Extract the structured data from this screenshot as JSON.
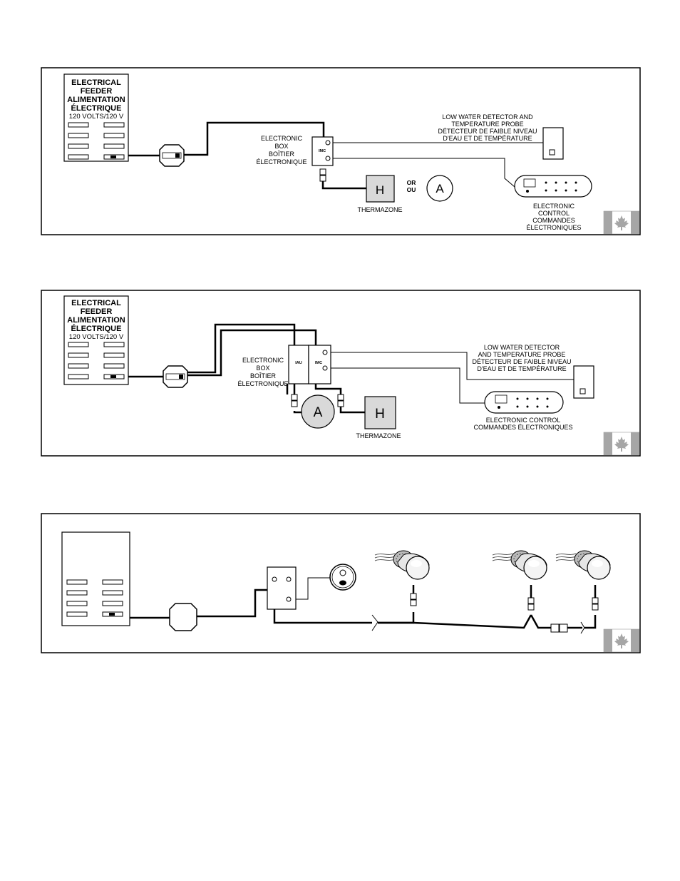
{
  "diagram1": {
    "feeder_title": [
      "ELECTRICAL",
      "FEEDER",
      "ALIMENTATION",
      "ÉLECTRIQUE"
    ],
    "feeder_volts": "120 VOLTS/120 V",
    "box_label": [
      "ELECTRONIC",
      "BOX",
      "BOÎTIER",
      "ÉLECTRONIQUE"
    ],
    "imc": "IMC",
    "detector_label": [
      "LOW WATER DETECTOR AND",
      "TEMPERATURE PROBE",
      "DÉTECTEUR DE FAIBLE NIVEAU",
      "D'EAU ET DE TEMPÉRATURE"
    ],
    "h": "H",
    "or": "OR",
    "ou": "OU",
    "a": "A",
    "thermazone": "THERMAZONE",
    "control_label": [
      "ELECTRONIC",
      "CONTROL",
      "COMMANDES",
      "ÉLECTRONIQUES"
    ]
  },
  "diagram2": {
    "feeder_title": [
      "ELECTRICAL",
      "FEEDER",
      "ALIMENTATION",
      "ÉLECTRIQUE"
    ],
    "feeder_volts": "120 VOLTS/120 V",
    "iau": "IAU",
    "imc": "IMC",
    "box_label": [
      "ELECTRONIC",
      "BOX",
      "BOÎTIER",
      "ÉLECTRONIQUE"
    ],
    "detector_label": [
      "LOW WATER DETECTOR",
      "AND TEMPERATURE PROBE",
      "DÉTECTEUR DE FAIBLE NIVEAU",
      "D'EAU ET DE TEMPÉRATURE"
    ],
    "a": "A",
    "h": "H",
    "thermazone": "THERMAZONE",
    "control_label": [
      "ELECTRONIC  CONTROL",
      "COMMANDES ÉLECTRONIQUES"
    ]
  },
  "colors": {
    "line": "#000000",
    "fill_gray": "#d9d9d9",
    "flag_gray": "#a6a6a6"
  },
  "icons": [
    "canada-flag-icon",
    "keypad-icon",
    "light-fixture-icon",
    "switch-icon"
  ]
}
